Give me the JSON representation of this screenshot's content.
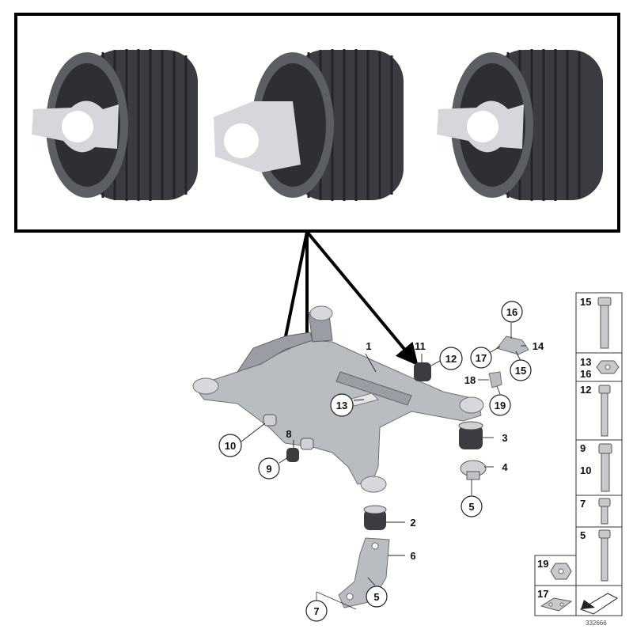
{
  "diagram": {
    "callouts": [
      {
        "id": "c1",
        "text": "1",
        "circled": false
      },
      {
        "id": "c2",
        "text": "2",
        "circled": false
      },
      {
        "id": "c3",
        "text": "3",
        "circled": false
      },
      {
        "id": "c4",
        "text": "4",
        "circled": false
      },
      {
        "id": "c5a",
        "text": "5",
        "circled": true
      },
      {
        "id": "c5b",
        "text": "5",
        "circled": true
      },
      {
        "id": "c6",
        "text": "6",
        "circled": false
      },
      {
        "id": "c7",
        "text": "7",
        "circled": true
      },
      {
        "id": "c8",
        "text": "8",
        "circled": false
      },
      {
        "id": "c9",
        "text": "9",
        "circled": true
      },
      {
        "id": "c10",
        "text": "10",
        "circled": true
      },
      {
        "id": "c11",
        "text": "11",
        "circled": false
      },
      {
        "id": "c12",
        "text": "12",
        "circled": true
      },
      {
        "id": "c13",
        "text": "13",
        "circled": true
      },
      {
        "id": "c14",
        "text": "14",
        "circled": false
      },
      {
        "id": "c15",
        "text": "15",
        "circled": true
      },
      {
        "id": "c16",
        "text": "16",
        "circled": true
      },
      {
        "id": "c17",
        "text": "17",
        "circled": true
      },
      {
        "id": "c18",
        "text": "18",
        "circled": false
      },
      {
        "id": "c19",
        "text": "19",
        "circled": true
      }
    ],
    "fastener_tray": [
      {
        "id": "t15",
        "labels": [
          "15"
        ],
        "part": "bolt"
      },
      {
        "id": "t1316",
        "labels": [
          "13",
          "16"
        ],
        "part": "nut"
      },
      {
        "id": "t12",
        "labels": [
          "12"
        ],
        "part": "bolt"
      },
      {
        "id": "t910",
        "labels": [
          "9",
          "10"
        ],
        "part": "bolt"
      },
      {
        "id": "t7",
        "labels": [
          "7"
        ],
        "part": "bolt"
      },
      {
        "id": "t5",
        "labels": [
          "5"
        ],
        "part": "bolt"
      },
      {
        "id": "t19",
        "labels": [
          "19"
        ],
        "part": "nut"
      },
      {
        "id": "t17",
        "labels": [
          "17"
        ],
        "part": "clip"
      }
    ],
    "catalog_number": "332666",
    "colors": {
      "bushing": "#3a3c40",
      "frame": "#b9bcc1",
      "arrow": "#000000"
    }
  }
}
